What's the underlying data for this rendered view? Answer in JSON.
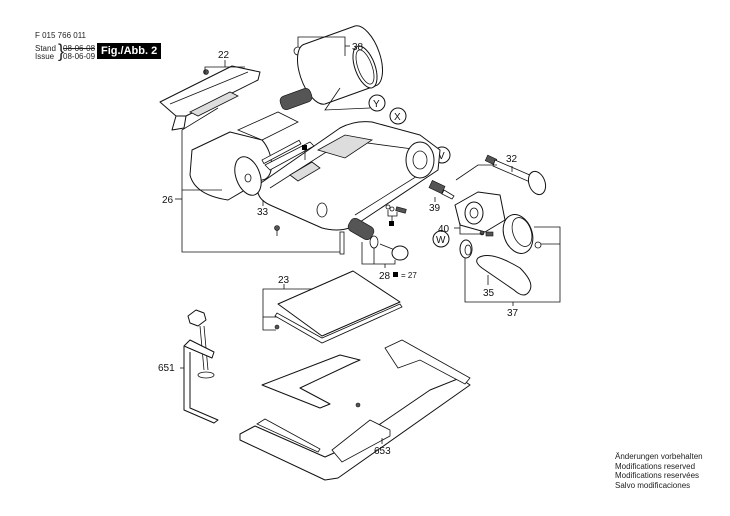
{
  "header": {
    "part_number": "F 015 766 011",
    "stand_label": "Stand",
    "issue_label": "Issue",
    "date_old": "08-06-08",
    "date_new": "08-06-09",
    "figure_label": "Fig./Abb. 2"
  },
  "legend": {
    "square_marker_meaning": "= 27"
  },
  "callouts": {
    "c22": "22",
    "c38": "38",
    "c26": "26",
    "c33": "33",
    "c32": "32",
    "c39": "39",
    "c40": "40",
    "c28": "28",
    "c35": "35",
    "c37": "37",
    "c23": "23",
    "c651": "651",
    "c653": "653"
  },
  "reference_markers": {
    "y": "Y",
    "x": "X",
    "v": "V",
    "w": "W"
  },
  "notes": [
    "Änderungen vorbehalten",
    "Modifications reserved",
    "Modifications reservées",
    "Salvo modificaciones"
  ]
}
